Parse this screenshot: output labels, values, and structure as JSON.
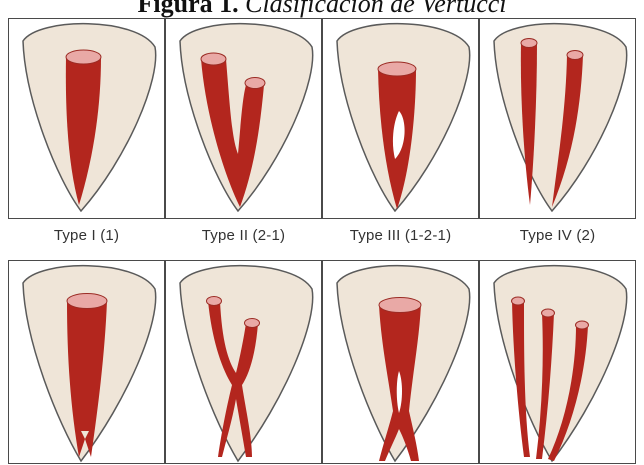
{
  "figure": {
    "title_bold": "Figura 1.",
    "title_italic": " Clasificación de Vertucci"
  },
  "colors": {
    "canal": "#b3261e",
    "canal_top": "#e9a9a6",
    "root_fill": "#efe5d8",
    "root_stroke": "#5a5a5a",
    "border": "#4a4a4a"
  },
  "types_row1": [
    {
      "label": "Type I (1)",
      "icon": "tooth-single-canal-icon"
    },
    {
      "label": "Type II (2-1)",
      "icon": "tooth-two-to-one-canal-icon"
    },
    {
      "label": "Type III (1-2-1)",
      "icon": "tooth-one-two-one-canal-icon"
    },
    {
      "label": "Type IV (2)",
      "icon": "tooth-two-separate-canals-icon"
    }
  ],
  "types_row2": [
    {
      "label": "",
      "icon": "tooth-one-to-two-canal-icon"
    },
    {
      "label": "",
      "icon": "tooth-two-one-two-canal-icon"
    },
    {
      "label": "",
      "icon": "tooth-one-two-one-two-canal-icon"
    },
    {
      "label": "",
      "icon": "tooth-three-canals-icon"
    }
  ]
}
